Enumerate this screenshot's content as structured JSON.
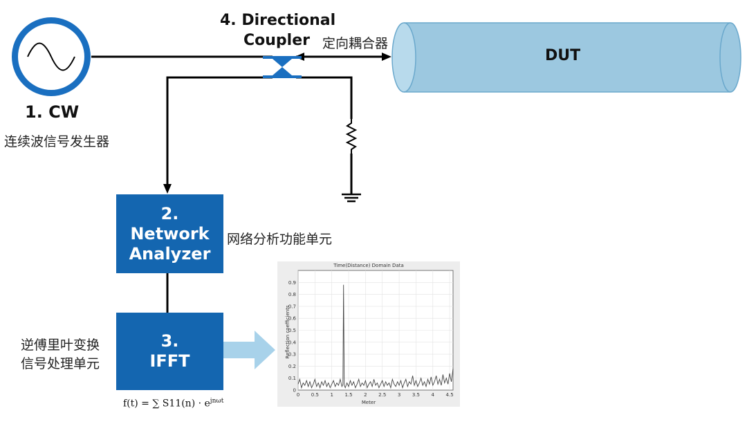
{
  "cw": {
    "label": "1. CW",
    "desc": "连续波信号发生器"
  },
  "coupler": {
    "line1": "4. Directional",
    "line2": "Coupler",
    "desc": "定向耦合器"
  },
  "dut": {
    "label": "DUT"
  },
  "network_analyzer": {
    "num": "2.",
    "line1": "Network",
    "line2": "Analyzer",
    "desc": "网络分析功能单元"
  },
  "ifft": {
    "num": "3.",
    "line1": "IFFT",
    "desc_line1": "逆傅里叶变换",
    "desc_line2": "信号处理单元"
  },
  "formula": {
    "text": "f(t) = ∑ S11(n) · e",
    "exp": "jnωt"
  },
  "colors": {
    "blue_box": "#1466b0",
    "cw_circle": "#1a6fc0",
    "dut_fill": "#9cc8e0",
    "arrow": "#a8d2ea"
  },
  "chart_data": {
    "type": "line",
    "title": "Time(Distance) Domain Data",
    "xlabel": "Meter",
    "ylabel": "Reflection coefficients",
    "xlim": [
      0,
      4.6
    ],
    "ylim": [
      0,
      1.0
    ],
    "x_ticks": [
      "0",
      "0.5",
      "1",
      "1.5",
      "2",
      "2.5",
      "3",
      "3.5",
      "4",
      "4.5"
    ],
    "y_ticks": [
      "0.1",
      "0.2",
      "0.3",
      "0.4",
      "0.5",
      "0.6",
      "0.7",
      "0.8",
      "0.9"
    ],
    "grid": true,
    "peak": {
      "x": 1.35,
      "y": 0.88
    },
    "series": [
      {
        "x": [
          0,
          0.05,
          0.1,
          0.15,
          0.2,
          0.25,
          0.3,
          0.35,
          0.4,
          0.45,
          0.5,
          0.55,
          0.6,
          0.65,
          0.7,
          0.75,
          0.8,
          0.85,
          0.9,
          0.95,
          1.0,
          1.05,
          1.1,
          1.15,
          1.2,
          1.25,
          1.3,
          1.33,
          1.35,
          1.37,
          1.4,
          1.45,
          1.5,
          1.55,
          1.6,
          1.65,
          1.7,
          1.75,
          1.8,
          1.85,
          1.9,
          1.95,
          2.0,
          2.05,
          2.1,
          2.15,
          2.2,
          2.25,
          2.3,
          2.35,
          2.4,
          2.45,
          2.5,
          2.55,
          2.6,
          2.65,
          2.7,
          2.75,
          2.8,
          2.85,
          2.9,
          2.95,
          3.0,
          3.05,
          3.1,
          3.15,
          3.2,
          3.25,
          3.3,
          3.35,
          3.4,
          3.45,
          3.5,
          3.55,
          3.6,
          3.65,
          3.7,
          3.75,
          3.8,
          3.85,
          3.9,
          3.95,
          4.0,
          4.05,
          4.1,
          4.15,
          4.2,
          4.25,
          4.3,
          4.35,
          4.4,
          4.45,
          4.5,
          4.55,
          4.6
        ],
        "y": [
          0.05,
          0.09,
          0.02,
          0.06,
          0.04,
          0.08,
          0.03,
          0.07,
          0.02,
          0.05,
          0.09,
          0.03,
          0.06,
          0.02,
          0.07,
          0.04,
          0.08,
          0.03,
          0.06,
          0.02,
          0.05,
          0.08,
          0.03,
          0.06,
          0.04,
          0.09,
          0.03,
          0.05,
          0.88,
          0.04,
          0.02,
          0.06,
          0.03,
          0.08,
          0.04,
          0.07,
          0.02,
          0.05,
          0.09,
          0.03,
          0.06,
          0.04,
          0.08,
          0.02,
          0.05,
          0.07,
          0.03,
          0.09,
          0.04,
          0.06,
          0.02,
          0.05,
          0.08,
          0.03,
          0.07,
          0.04,
          0.06,
          0.02,
          0.09,
          0.05,
          0.03,
          0.07,
          0.04,
          0.08,
          0.02,
          0.06,
          0.09,
          0.03,
          0.07,
          0.05,
          0.12,
          0.04,
          0.08,
          0.03,
          0.06,
          0.1,
          0.04,
          0.07,
          0.03,
          0.09,
          0.05,
          0.11,
          0.04,
          0.07,
          0.12,
          0.05,
          0.09,
          0.04,
          0.13,
          0.06,
          0.1,
          0.05,
          0.14,
          0.07,
          0.18
        ]
      }
    ]
  }
}
